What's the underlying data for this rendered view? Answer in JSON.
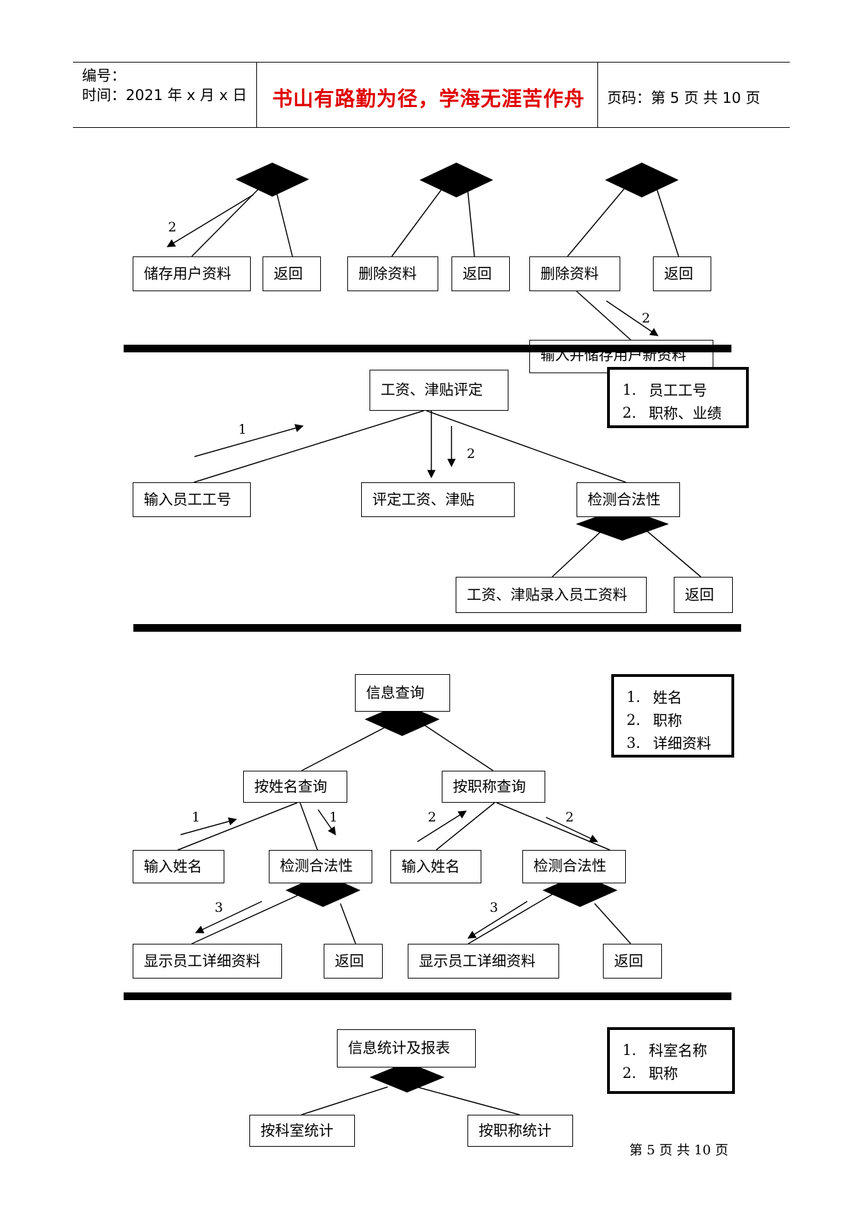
{
  "header": {
    "number_label": "编号：",
    "time_label": "时间：2021 年 x 月 x 日",
    "motto": "书山有路勤为径，学海无涯苦作舟",
    "page_label": "页码：第 5 页  共 10 页"
  },
  "section1": {
    "box_save": "储存用户资料",
    "box_back1": "返回",
    "box_delete1": "删除资料",
    "box_back2": "返回",
    "box_delete2": "删除资料",
    "box_back3": "返回",
    "box_input_store": "输入并储存用户新资料",
    "label_2a": "2",
    "label_2b": "2"
  },
  "section2": {
    "box_root": "工资、津贴评定",
    "box_input_id": "输入员工工号",
    "box_eval": "评定工资、津贴",
    "box_check": "检测合法性",
    "box_record": "工资、津贴录入员工资料",
    "box_back": "返回",
    "label_1": "1",
    "label_2": "2",
    "legend": [
      {
        "num": "1.",
        "text": "员工工号"
      },
      {
        "num": "2.",
        "text": "职称、业绩"
      }
    ]
  },
  "section3": {
    "box_root": "信息查询",
    "box_by_name": "按姓名查询",
    "box_by_title": "按职称查询",
    "box_input_name1": "输入姓名",
    "box_check1": "检测合法性",
    "box_input_name2": "输入姓名",
    "box_check2": "检测合法性",
    "box_show1": "显示员工详细资料",
    "box_back1": "返回",
    "box_show2": "显示员工详细资料",
    "box_back2": "返回",
    "label_1a": "1",
    "label_1b": "1",
    "label_2a": "2",
    "label_2b": "2",
    "label_3a": "3",
    "label_3b": "3",
    "legend": [
      {
        "num": "1.",
        "text": "姓名"
      },
      {
        "num": "2.",
        "text": "职称"
      },
      {
        "num": "3.",
        "text": "详细资料"
      }
    ]
  },
  "section4": {
    "box_root": "信息统计及报表",
    "box_by_dept": "按科室统计",
    "box_by_title": "按职称统计",
    "legend": [
      {
        "num": "1.",
        "text": "科室名称"
      },
      {
        "num": "2.",
        "text": "职称"
      }
    ]
  },
  "footer": {
    "page_text": "第  5  页  共  10  页"
  }
}
